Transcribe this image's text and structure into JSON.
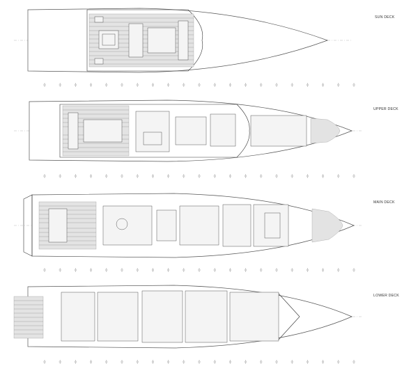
{
  "decks": [
    {
      "id": "sun",
      "label": "SUN DECK"
    },
    {
      "id": "upper",
      "label": "UPPER DECK"
    },
    {
      "id": "main",
      "label": "MAIN DECK"
    },
    {
      "id": "lower",
      "label": "LOWER DECK"
    }
  ],
  "colors": {
    "line": "#555555",
    "teak": "#e3e3e3",
    "background": "#ffffff"
  }
}
